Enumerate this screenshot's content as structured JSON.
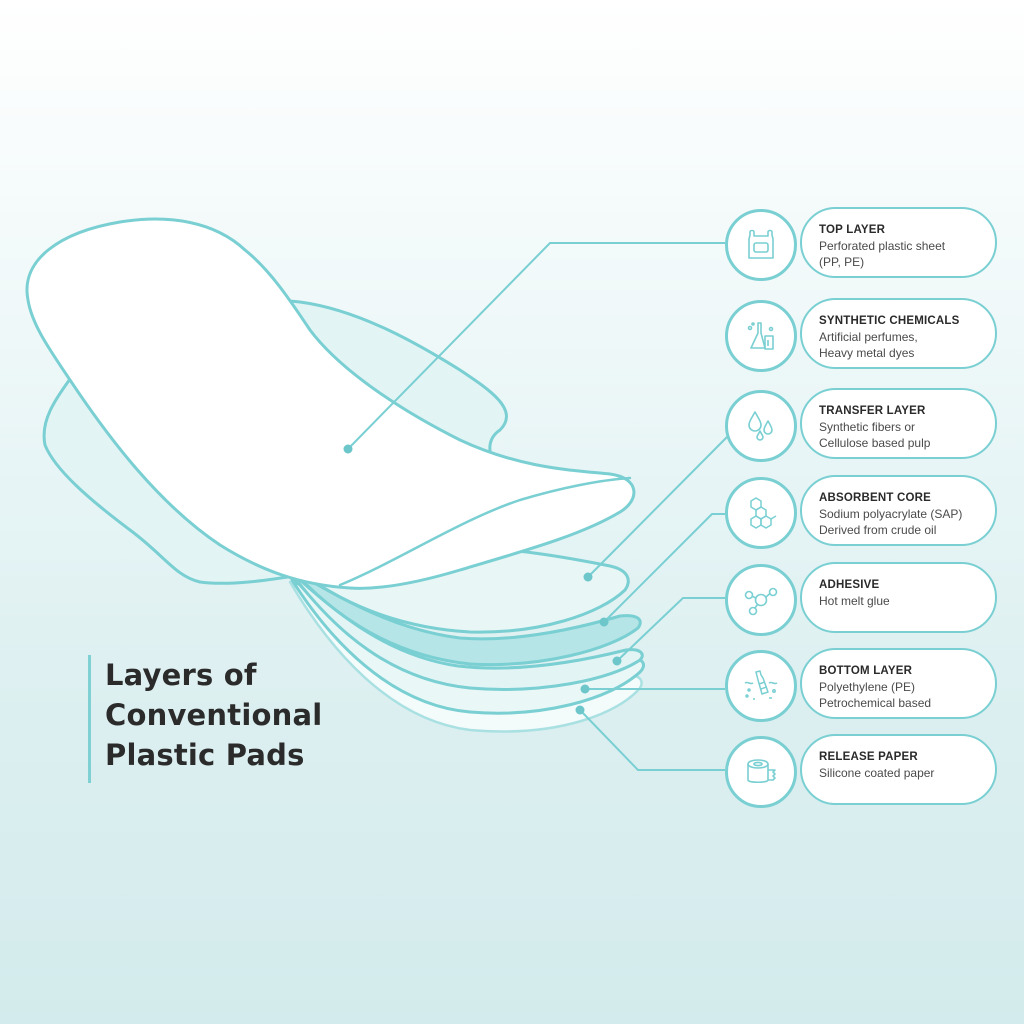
{
  "title": {
    "lines": [
      "Layers of",
      "Conventional",
      "Plastic Pads"
    ]
  },
  "colors": {
    "accent": "#79cfd2",
    "accent_dark": "#6cc6ca",
    "fill_light": "#e3f4f5",
    "fill_mid": "#b5e5e7",
    "text_dark": "#2a2a2a",
    "bg_top": "#ffffff",
    "bg_bottom": "#d3ebec"
  },
  "layers": [
    {
      "icon": "plastic-bag-icon",
      "title": "TOP LAYER",
      "lines": [
        "Perforated plastic sheet",
        "(PP, PE)"
      ]
    },
    {
      "icon": "chemistry-flask-icon",
      "title": "SYNTHETIC CHEMICALS",
      "lines": [
        "Artificial perfumes,",
        "Heavy metal dyes"
      ]
    },
    {
      "icon": "water-drops-icon",
      "title": "TRANSFER LAYER",
      "lines": [
        "Synthetic fibers or",
        "Cellulose based pulp"
      ]
    },
    {
      "icon": "molecule-hexagon-icon",
      "title": "ABSORBENT CORE",
      "lines": [
        "Sodium polyacrylate (SAP)",
        "Derived from crude oil"
      ]
    },
    {
      "icon": "molecule-nodes-icon",
      "title": "ADHESIVE",
      "lines": [
        "Hot melt glue"
      ]
    },
    {
      "icon": "plastic-bottle-icon",
      "title": "BOTTOM LAYER",
      "lines": [
        "Polyethylene (PE)",
        "Petrochemical based"
      ]
    },
    {
      "icon": "tape-roll-icon",
      "title": "RELEASE PAPER",
      "lines": [
        "Silicone coated paper"
      ]
    }
  ]
}
